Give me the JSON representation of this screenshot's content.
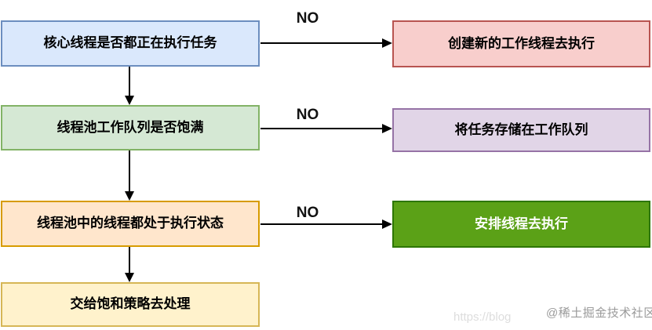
{
  "diagram": {
    "type": "flowchart",
    "topic": "thread-pool task submission flow",
    "nodes": [
      {
        "id": "q1",
        "label": "核心线程是否都正在执行任务",
        "fill": "#dae8fc",
        "stroke": "#6c8ebf",
        "text_color": "#000000"
      },
      {
        "id": "q2",
        "label": "线程池工作队列是否饱满",
        "fill": "#d5e8d4",
        "stroke": "#82b366",
        "text_color": "#000000"
      },
      {
        "id": "q3",
        "label": "线程池中的线程都处于执行状态",
        "fill": "#ffe6cc",
        "stroke": "#d79b00",
        "text_color": "#000000"
      },
      {
        "id": "q4",
        "label": "交给饱和策略去处理",
        "fill": "#fff2cc",
        "stroke": "#d6b656",
        "text_color": "#000000"
      },
      {
        "id": "a1",
        "label": "创建新的工作线程去执行",
        "fill": "#f8cecc",
        "stroke": "#b85450",
        "text_color": "#000000"
      },
      {
        "id": "a2",
        "label": "将任务存储在工作队列",
        "fill": "#e1d5e7",
        "stroke": "#9673a6",
        "text_color": "#000000"
      },
      {
        "id": "a3",
        "label": "安排线程去执行",
        "fill": "#5ba117",
        "stroke": "#2d7600",
        "text_color": "#ffffff"
      }
    ],
    "edges": [
      {
        "from": "q1",
        "to": "a1",
        "label": "NO"
      },
      {
        "from": "q1",
        "to": "q2",
        "label": ""
      },
      {
        "from": "q2",
        "to": "a2",
        "label": "NO"
      },
      {
        "from": "q2",
        "to": "q3",
        "label": ""
      },
      {
        "from": "q3",
        "to": "a3",
        "label": "NO"
      },
      {
        "from": "q3",
        "to": "q4",
        "label": ""
      }
    ]
  },
  "watermark": {
    "faint_url": "https://blog",
    "community": "@稀土掘金技术社区"
  }
}
